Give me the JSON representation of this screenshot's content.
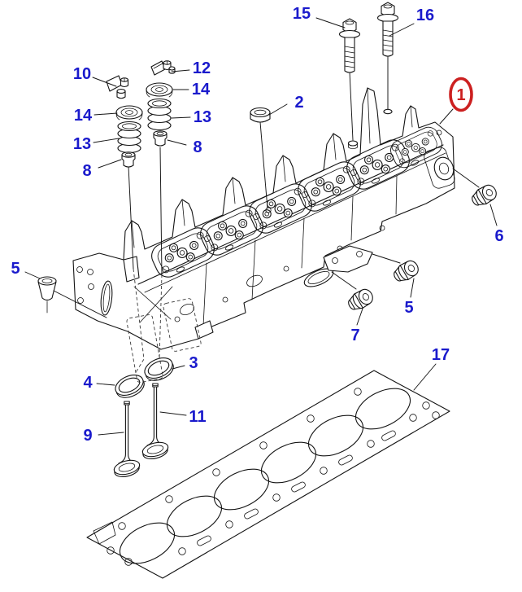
{
  "figure": {
    "type": "exploded-parts-diagram",
    "background": "#ffffff"
  },
  "colors": {
    "callout_text": "#1a1acc",
    "highlight_circle": "#cc2020",
    "line_art": "#141414"
  },
  "highlighted_callout": "1",
  "callouts": [
    "15",
    "16",
    "10",
    "12",
    "14",
    "2",
    "14",
    "13",
    "13",
    "8",
    "8",
    "1",
    "6",
    "5",
    "5",
    "7",
    "3",
    "4",
    "11",
    "9",
    "17"
  ]
}
